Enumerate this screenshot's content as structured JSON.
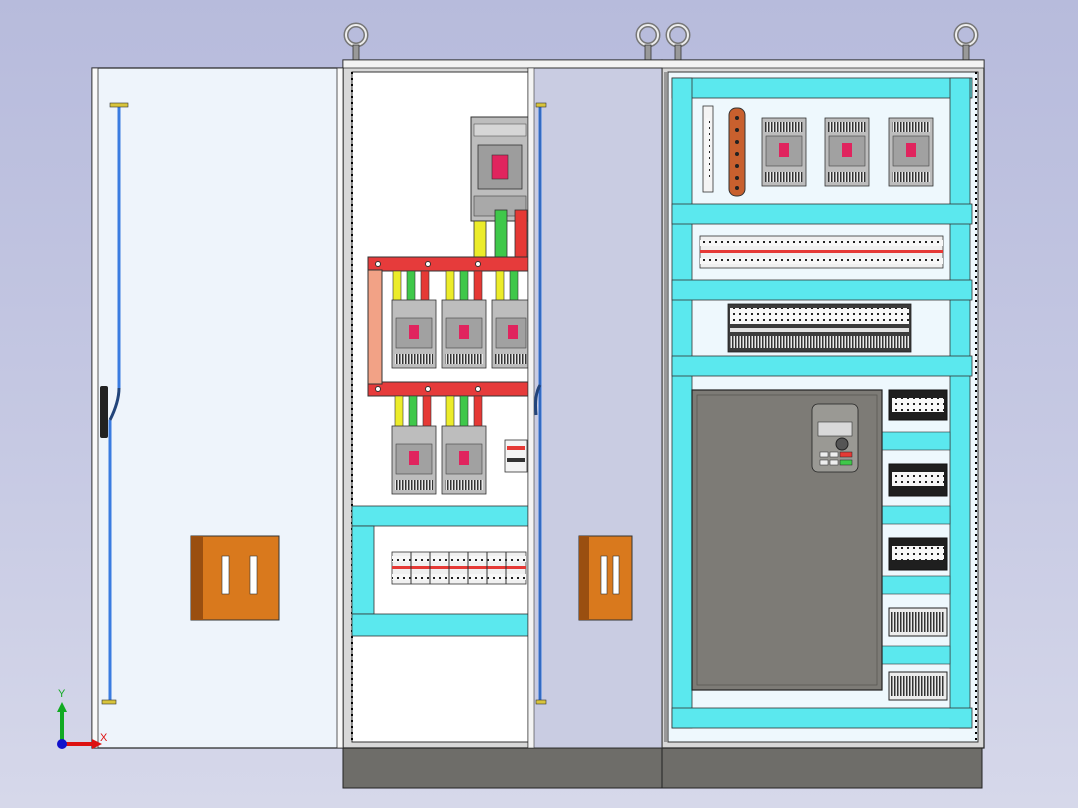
{
  "viewport": {
    "background_top": "#b7bbdc",
    "background_bottom": "#d6d8ea"
  },
  "model": {
    "cabinet_count": 2,
    "lifting_eye_count": 4,
    "left_cabinet": {
      "door_state": "open",
      "door_color": "#eef4fb",
      "inner_door_color": "#c9cce2",
      "mounting_plate_color": "#ffffff",
      "main_breaker_count": 1,
      "feeder_breaker_count": 5,
      "terminal_block_count": 7,
      "copper_bus_color": "#e63b3b"
    },
    "right_cabinet": {
      "mounting_plate_color": "#eef8fd",
      "din_rail_color": "#5be8ee",
      "top_breaker_count": 3,
      "terminal_row_count": 2,
      "vfd_count": 1,
      "vfd_color": "#7d7b76",
      "side_relay_module_count": 5
    },
    "plinth_color": "#6e6d69",
    "handle_color": "#d9791d",
    "door_rod_color": "#3a7be0"
  },
  "axes": {
    "x_label": "X",
    "y_label": "Y",
    "x_color": "#dd1111",
    "y_color": "#11aa22",
    "origin_color": "#1111cc"
  }
}
